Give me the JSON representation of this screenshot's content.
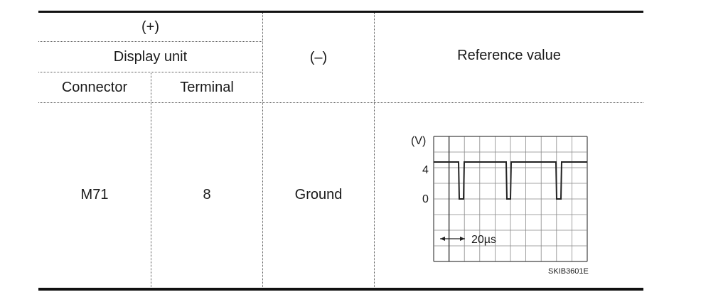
{
  "table": {
    "plus_header": "(+)",
    "display_unit": "Display unit",
    "minus_header": "(–)",
    "reference_header": "Reference value",
    "connector_header": "Connector",
    "terminal_header": "Terminal",
    "row": {
      "connector": "M71",
      "terminal": "8",
      "minus": "Ground"
    }
  },
  "waveform": {
    "unit_label": "(V)",
    "y_high_label": "4",
    "y_low_label": "0",
    "time_label": "20µs",
    "figure_code": "SKIB3601E",
    "high_level_v": 4,
    "low_level_v": 0
  }
}
